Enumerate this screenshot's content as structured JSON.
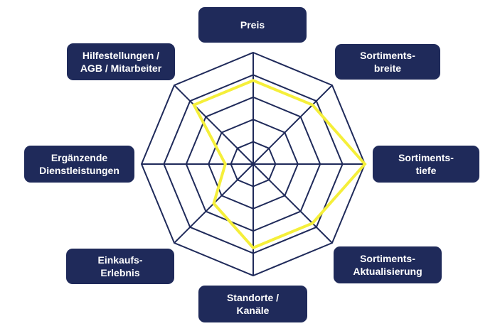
{
  "diagram": {
    "axes": [
      {
        "label": "Preis"
      },
      {
        "label": "Sortiments-\nbreite"
      },
      {
        "label": "Sortiments-\ntiefe"
      },
      {
        "label": "Sortiments-\nAktualisierung"
      },
      {
        "label": "Standorte /\nKanäle"
      },
      {
        "label": "Einkaufs-\nErlebnis"
      },
      {
        "label": "Ergänzende\nDienstleistungen"
      },
      {
        "label": "Hilfestellungen /\nAGB / Mitarbeiter"
      }
    ],
    "rings": 5,
    "profile_values": [
      0.75,
      0.75,
      1.0,
      0.75,
      0.75,
      0.5,
      0.25,
      0.75
    ],
    "colors": {
      "grid": "#1f2a5a",
      "label_box": "#1f2a5a",
      "label_text": "#ffffff",
      "profile": "#f5ef3a"
    }
  }
}
